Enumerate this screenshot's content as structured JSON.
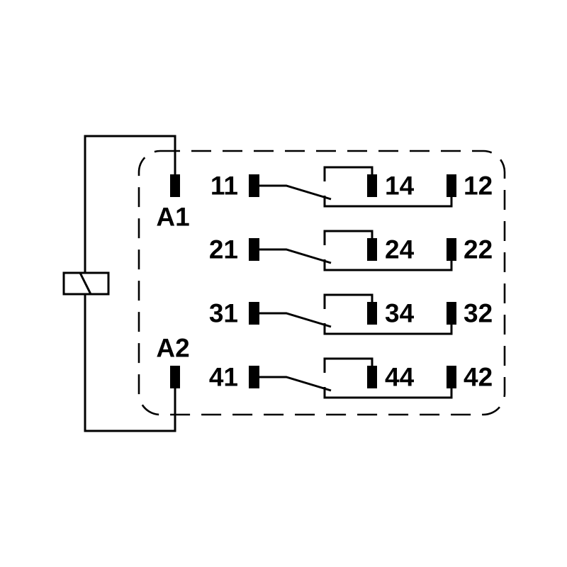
{
  "schematic": {
    "background_color": "#ffffff",
    "line_color": "#000000",
    "coil": {
      "label_top": "A1",
      "label_bottom": "A2"
    },
    "contact_rows": [
      {
        "common": "11",
        "normally_open": "14",
        "normally_closed": "12"
      },
      {
        "common": "21",
        "normally_open": "24",
        "normally_closed": "22"
      },
      {
        "common": "31",
        "normally_open": "34",
        "normally_closed": "32"
      },
      {
        "common": "41",
        "normally_open": "44",
        "normally_closed": "42"
      }
    ]
  }
}
